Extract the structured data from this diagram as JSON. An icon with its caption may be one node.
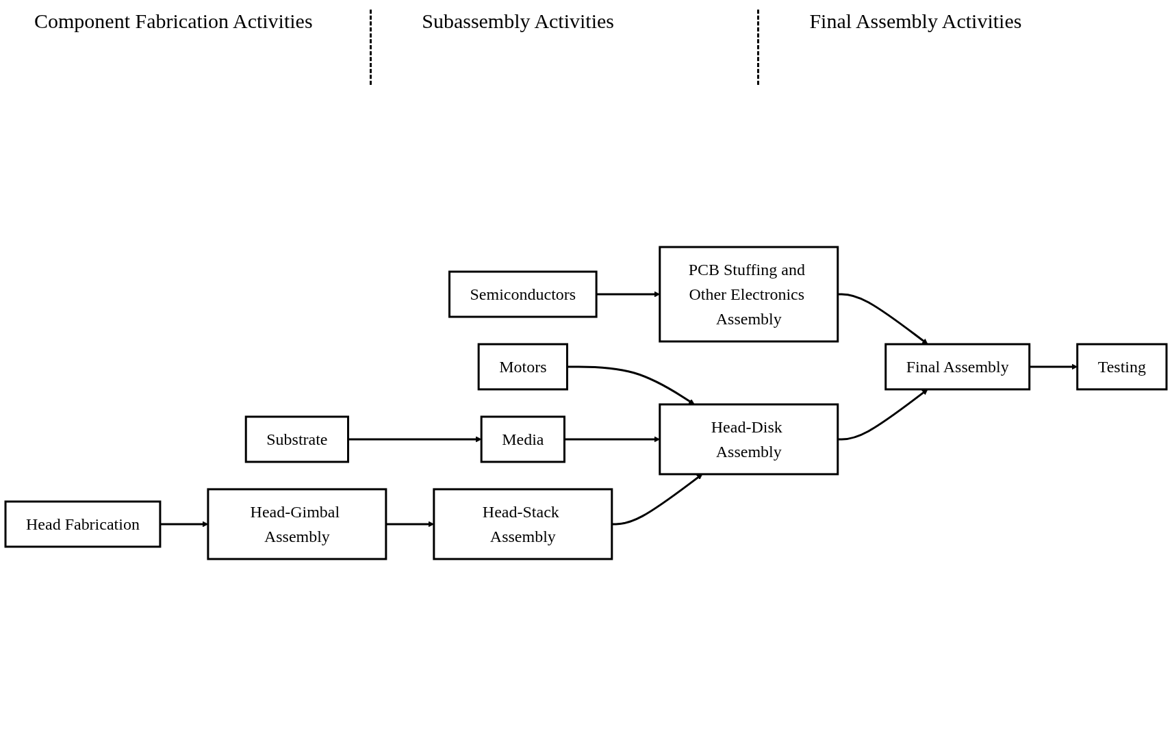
{
  "diagram": {
    "nodes": [
      {
        "text": [
          "Substrate"
        ]
      },
      {
        "text": [
          "Motors"
        ]
      },
      {
        "text": [
          "Media"
        ]
      },
      {
        "text": [
          "Head-Disk Assembly"
        ]
      },
      {
        "text": [
          "Head Fabrication"
        ]
      },
      {
        "text": [
          "Head-Gimbal Assembly"
        ]
      },
      {
        "text": [
          "Head-Stack Assembly"
        ]
      },
      {
        "text": [
          "Semiconductors"
        ]
      },
      {
        "text": [
          "PCB Stuffing and Other Electronics Assembly"
        ]
      },
      {
        "text": [
          "Final Assembly"
        ]
      },
      {
        "text": [
          "Testing"
        ]
      }
    ],
    "edges": [
      {
        "from": 0,
        "to": 2,
        "arrow": "to"
      },
      {
        "from": 1,
        "to": 3,
        "arrow": "to"
      },
      {
        "from": 2,
        "to": 3,
        "arrow": "to"
      },
      {
        "from": 4,
        "to": 5,
        "arrow": "to"
      },
      {
        "from": 5,
        "to": 6,
        "arrow": "to"
      },
      {
        "from": 6,
        "to": 3,
        "arrow": "to"
      },
      {
        "from": 7,
        "to": 8,
        "arrow": "to"
      },
      {
        "from": 8,
        "to": 9,
        "arrow": "to"
      },
      {
        "from": 3,
        "to": 9,
        "arrow": "to"
      },
      {
        "from": 9,
        "to": 10,
        "arrow": "to"
      }
    ],
    "labels": [
      "Component Fabrication Activities",
      "Subassembly Activities",
      "Final Assembly Activities"
    ]
  }
}
